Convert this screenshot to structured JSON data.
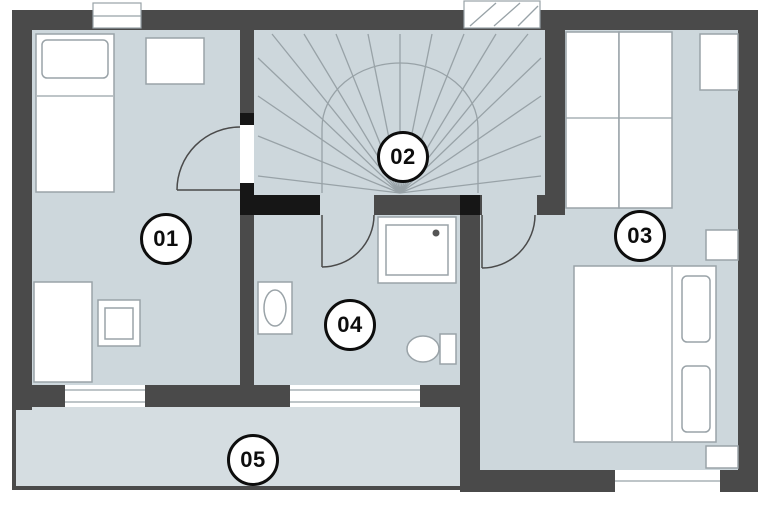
{
  "colors": {
    "canvas": "#ffffff",
    "wall": "#4a4a4a",
    "wallDark": "#161616",
    "floor": "#cdd7dc",
    "balcony": "#d5dde1",
    "line": "#98a2a7",
    "furnitureFill": "#ffffff",
    "furnitureStroke": "#9aa3a8",
    "labelBg": "#ffffff",
    "labelBorder": "#0d0d0d",
    "labelText": "#0d0d0d"
  },
  "rooms": [
    {
      "label": "01"
    },
    {
      "label": "02"
    },
    {
      "label": "03"
    },
    {
      "label": "04"
    },
    {
      "label": "05"
    }
  ]
}
